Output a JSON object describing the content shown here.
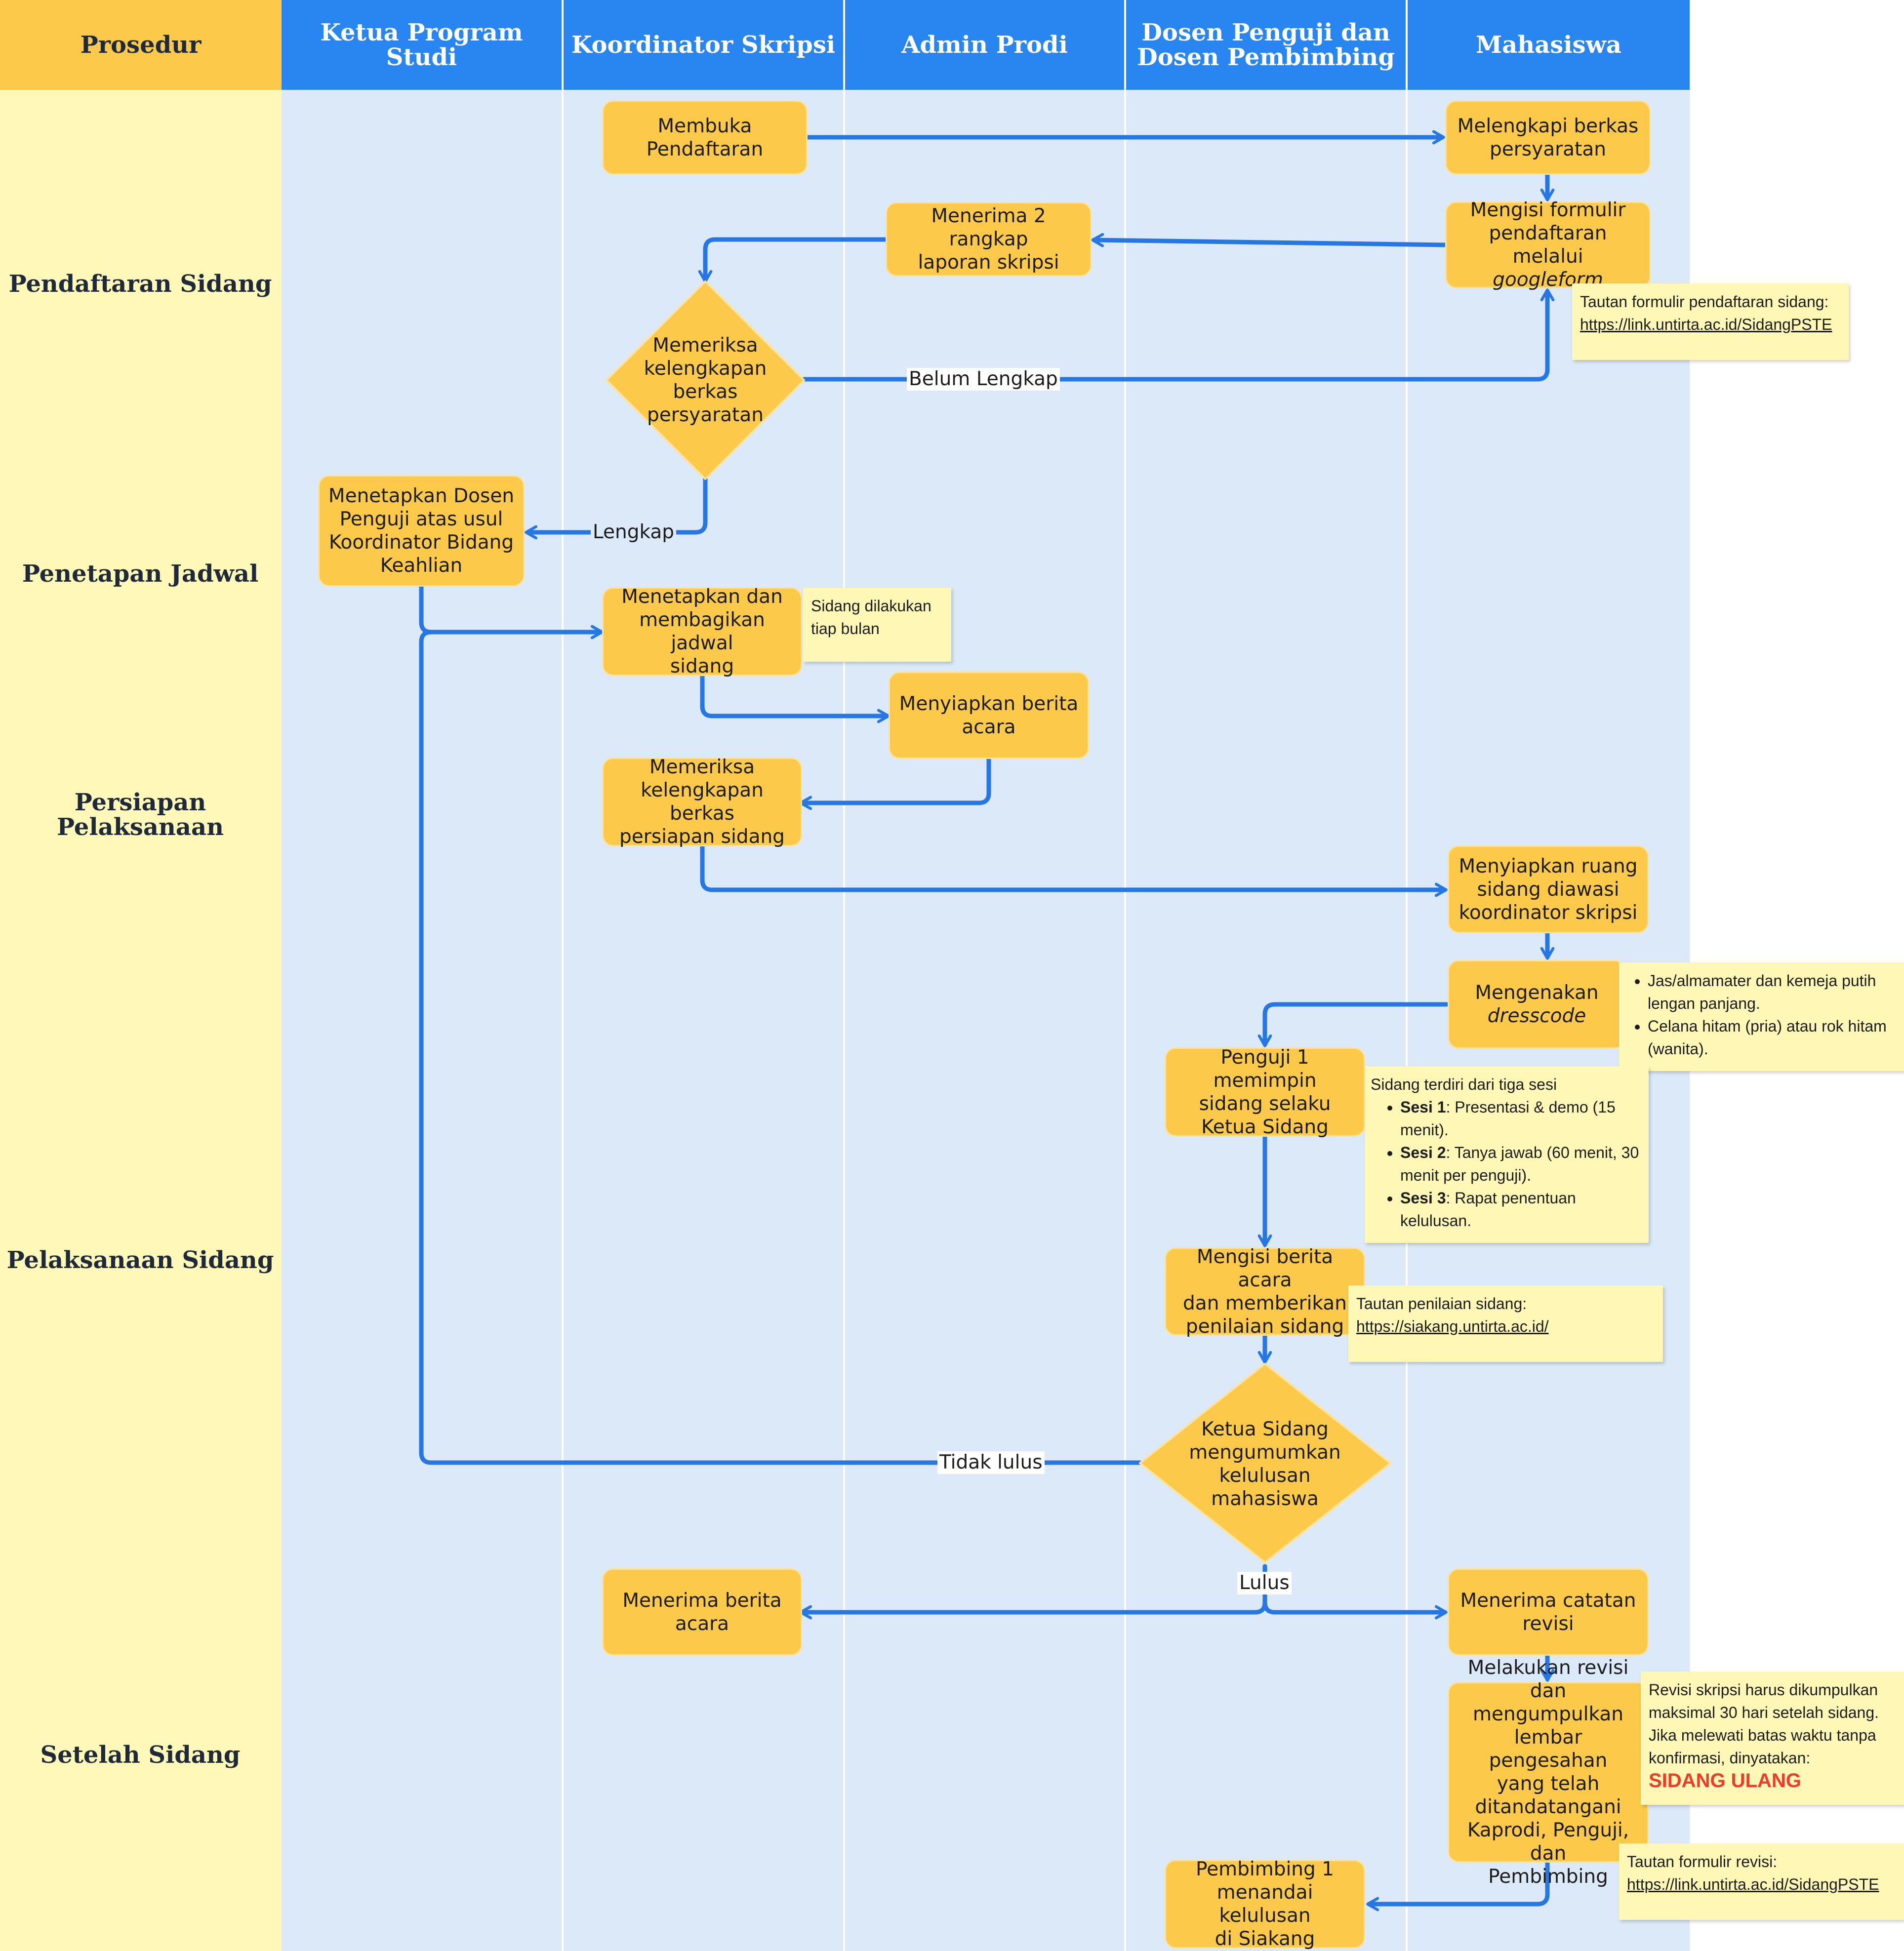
{
  "header": {
    "procedure": "Prosedur",
    "lanes": [
      "Ketua Program Studi",
      "Koordinator Skripsi",
      "Admin Prodi",
      "Dosen Penguji dan\nDosen Pembimbing",
      "Mahasiswa"
    ]
  },
  "phases": [
    "Pendaftaran Sidang",
    "Penetapan Jadwal",
    "Persiapan\nPelaksanaan",
    "Pelaksanaan Sidang",
    "Setelah Sidang"
  ],
  "nodes": {
    "membuka": "Membuka\nPendaftaran",
    "melengkapi": "Melengkapi berkas\npersyaratan",
    "mengisi_formulir_1": "Mengisi formulir\npendaftaran melalui",
    "mengisi_formulir_2": "googleform",
    "menerima_laporan": "Menerima 2 rangkap\nlaporan skripsi",
    "memeriksa_persyaratan": "Memeriksa\nkelengkapan\nberkas\npersyaratan",
    "menetapkan_dosen": "Menetapkan Dosen\nPenguji atas usul\nKoordinator Bidang\nKeahlian",
    "menetapkan_jadwal": "Menetapkan dan\nmembagikan jadwal\nsidang",
    "menyiapkan_berita": "Menyiapkan berita\nacara",
    "memeriksa_persiapan": "Memeriksa\nkelengkapan berkas\npersiapan sidang",
    "menyiapkan_ruang": "Menyiapkan ruang\nsidang diawasi\nkoordinator skripsi",
    "dresscode_1": "Mengenakan",
    "dresscode_2": "dresscode",
    "penguji_memimpin": "Penguji 1 memimpin\nsidang selaku\nKetua Sidang",
    "mengisi_berita": "Mengisi berita acara\ndan memberikan\npenilaian sidang",
    "mengumumkan": "Ketua Sidang\nmengumumkan\nkelulusan\nmahasiswa",
    "menerima_berita": "Menerima berita\nacara",
    "menerima_catatan": "Menerima catatan\nrevisi",
    "melakukan_revisi": "Melakukan revisi\ndan mengumpulkan\nlembar pengesahan\nyang telah\nditandatangani\nKaprodi, Penguji, dan\nPembimbing",
    "pembimbing_menandai": "Pembimbing 1\nmenandai kelulusan\ndi Siakang"
  },
  "edge_labels": {
    "belum_lengkap": "Belum Lengkap",
    "lengkap": "Lengkap",
    "tidak_lulus": "Tidak lulus",
    "lulus": "Lulus"
  },
  "notes": {
    "formulir": {
      "text": "Tautan formulir pendaftaran sidang:",
      "link": "https://link.untirta.ac.id/SidangPSTE"
    },
    "tiap_bulan": "Sidang dilakukan\ntiap bulan",
    "dresscode": [
      "Jas/almamater dan kemeja putih lengan panjang.",
      "Celana hitam (pria) atau rok hitam (wanita)."
    ],
    "sesi": {
      "intro": "Sidang terdiri dari tiga sesi",
      "items": [
        {
          "bold": "Sesi 1",
          "text": ": Presentasi & demo (15 menit)."
        },
        {
          "bold": "Sesi 2",
          "text": ": Tanya jawab (60 menit, 30 menit per penguji)."
        },
        {
          "bold": "Sesi 3",
          "text": ": Rapat penentuan kelulusan."
        }
      ]
    },
    "penilaian": {
      "text": "Tautan penilaian sidang:",
      "link": "https://siakang.untirta.ac.id/"
    },
    "revisi_deadline": {
      "text": "Revisi skripsi harus dikumpulkan maksimal 30 hari setelah sidang. Jika melewati batas waktu tanpa konfirmasi, dinyatakan:",
      "emphasis": "SIDANG ULANG"
    },
    "revisi_link": {
      "text": "Tautan formulir revisi:",
      "link": "https://link.untirta.ac.id/SidangPSTE"
    }
  },
  "colors": {
    "header_blue": "#2986f0",
    "header_proc": "#fcc94a",
    "lane_bg": "#dce9f8",
    "proc_bg": "#fff8b8",
    "node": "#fcc94a",
    "edge": "#2677e3",
    "note_bg": "#fff7b5",
    "emphasis_red": "#ef3b2a"
  }
}
